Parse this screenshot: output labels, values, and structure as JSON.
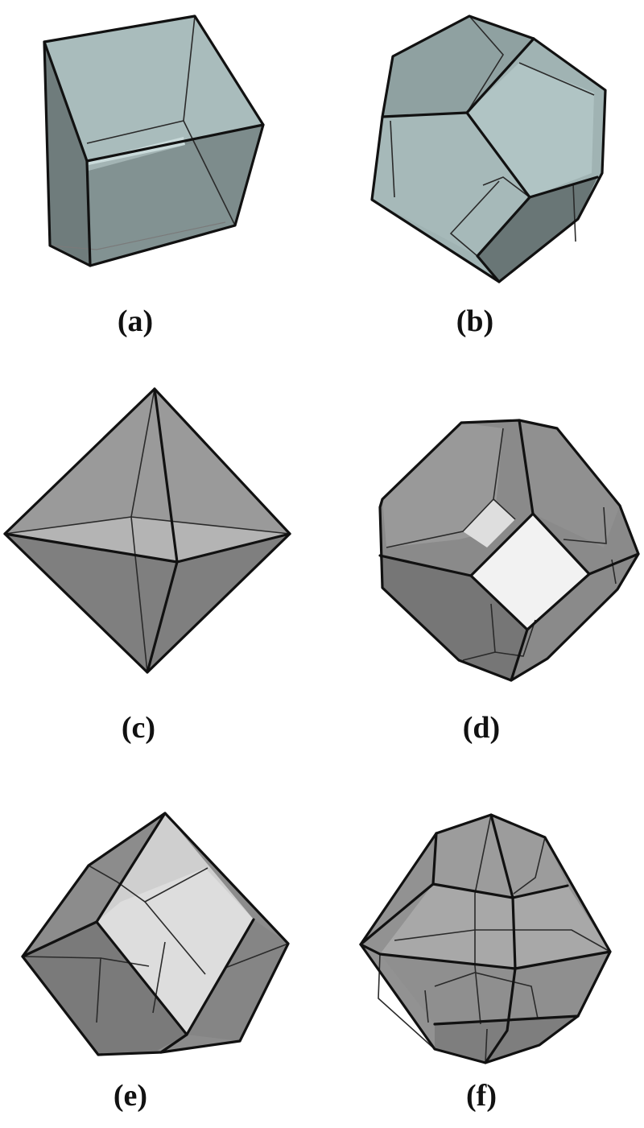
{
  "figure": {
    "panels": [
      {
        "id": "a",
        "label": "(a)",
        "shape": "cube",
        "face_color": "#9aaeae"
      },
      {
        "id": "b",
        "label": "(b)",
        "shape": "dodecahedron",
        "face_color": "#a3b5b5"
      },
      {
        "id": "c",
        "label": "(c)",
        "shape": "octahedron",
        "face_color": "#8e8e8e"
      },
      {
        "id": "d",
        "label": "(d)",
        "shape": "truncated-octahedron",
        "face_color": "#8a8a8a"
      },
      {
        "id": "e",
        "label": "(e)",
        "shape": "rhombic-dodecahedron-truncated",
        "face_color": "#8c8c8c"
      },
      {
        "id": "f",
        "label": "(f)",
        "shape": "complex-polyhedron",
        "face_color": "#929292"
      }
    ]
  }
}
